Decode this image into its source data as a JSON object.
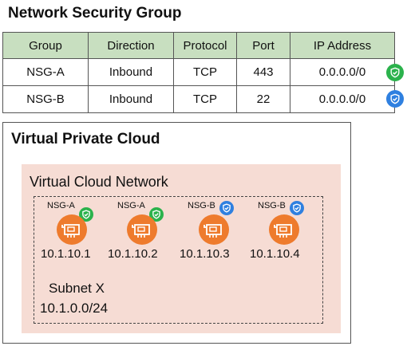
{
  "nsg": {
    "title": "Network Security Group",
    "columns": [
      "Group",
      "Direction",
      "Protocol",
      "Port",
      "IP Address"
    ],
    "rows": [
      {
        "group": "NSG-A",
        "direction": "Inbound",
        "protocol": "TCP",
        "port": "443",
        "ip": "0.0.0.0/0",
        "icon": "green-shield-icon"
      },
      {
        "group": "NSG-B",
        "direction": "Inbound",
        "protocol": "TCP",
        "port": "22",
        "ip": "0.0.0.0/0",
        "icon": "blue-shield-icon"
      }
    ]
  },
  "vpc": {
    "title": "Virtual Private Cloud",
    "vcn": {
      "title": "Virtual Cloud Network",
      "subnet": {
        "name": "Subnet X",
        "cidr": "10.1.0.0/24",
        "nodes": [
          {
            "group": "NSG-A",
            "ip": "10.1.10.1",
            "shield": "green"
          },
          {
            "group": "NSG-A",
            "ip": "10.1.10.2",
            "shield": "green"
          },
          {
            "group": "NSG-B",
            "ip": "10.1.10.3",
            "shield": "blue"
          },
          {
            "group": "NSG-B",
            "ip": "10.1.10.4",
            "shield": "blue"
          }
        ]
      }
    }
  },
  "colors": {
    "header_bg": "#c8dfc0",
    "vcn_bg": "#f6dcd4",
    "vnic_orange": "#ee7b2d",
    "nsg_a_green": "#2bb24c",
    "nsg_b_blue": "#2f80e0"
  }
}
